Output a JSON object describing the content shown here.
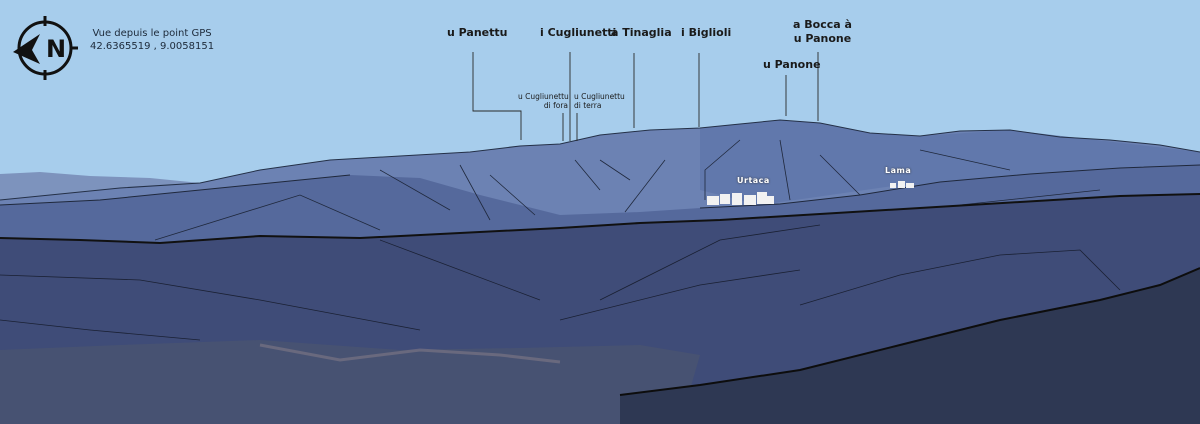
{
  "header": {
    "compass_icon": "compass-north-arrow-icon",
    "viewpoint_label": "Vue depuis le point GPS",
    "coordinates": "42.6365519 , 9.0058151"
  },
  "peaks": {
    "panettu": "u Panettu",
    "cugliunetti": "i Cugliunetti",
    "cugliunettu_fora": [
      "u Cugliunettu",
      "di fora"
    ],
    "cugliunettu_terra": [
      "u Cugliunettu",
      "di terra"
    ],
    "tinaglia": "a Tinaglia",
    "biglioli": "i Biglioli",
    "panone": "u Panone",
    "bocca": [
      "a Bocca à",
      "u Panone"
    ]
  },
  "villages": {
    "urtaca": "Urtaca",
    "lama": "Lama"
  },
  "colors": {
    "sky": "#a7cdec",
    "far_ridge": "#6c82b3",
    "mid_hills": "#4e6294",
    "foreground": "#3b4870",
    "front_ridge": "#2e3853"
  }
}
